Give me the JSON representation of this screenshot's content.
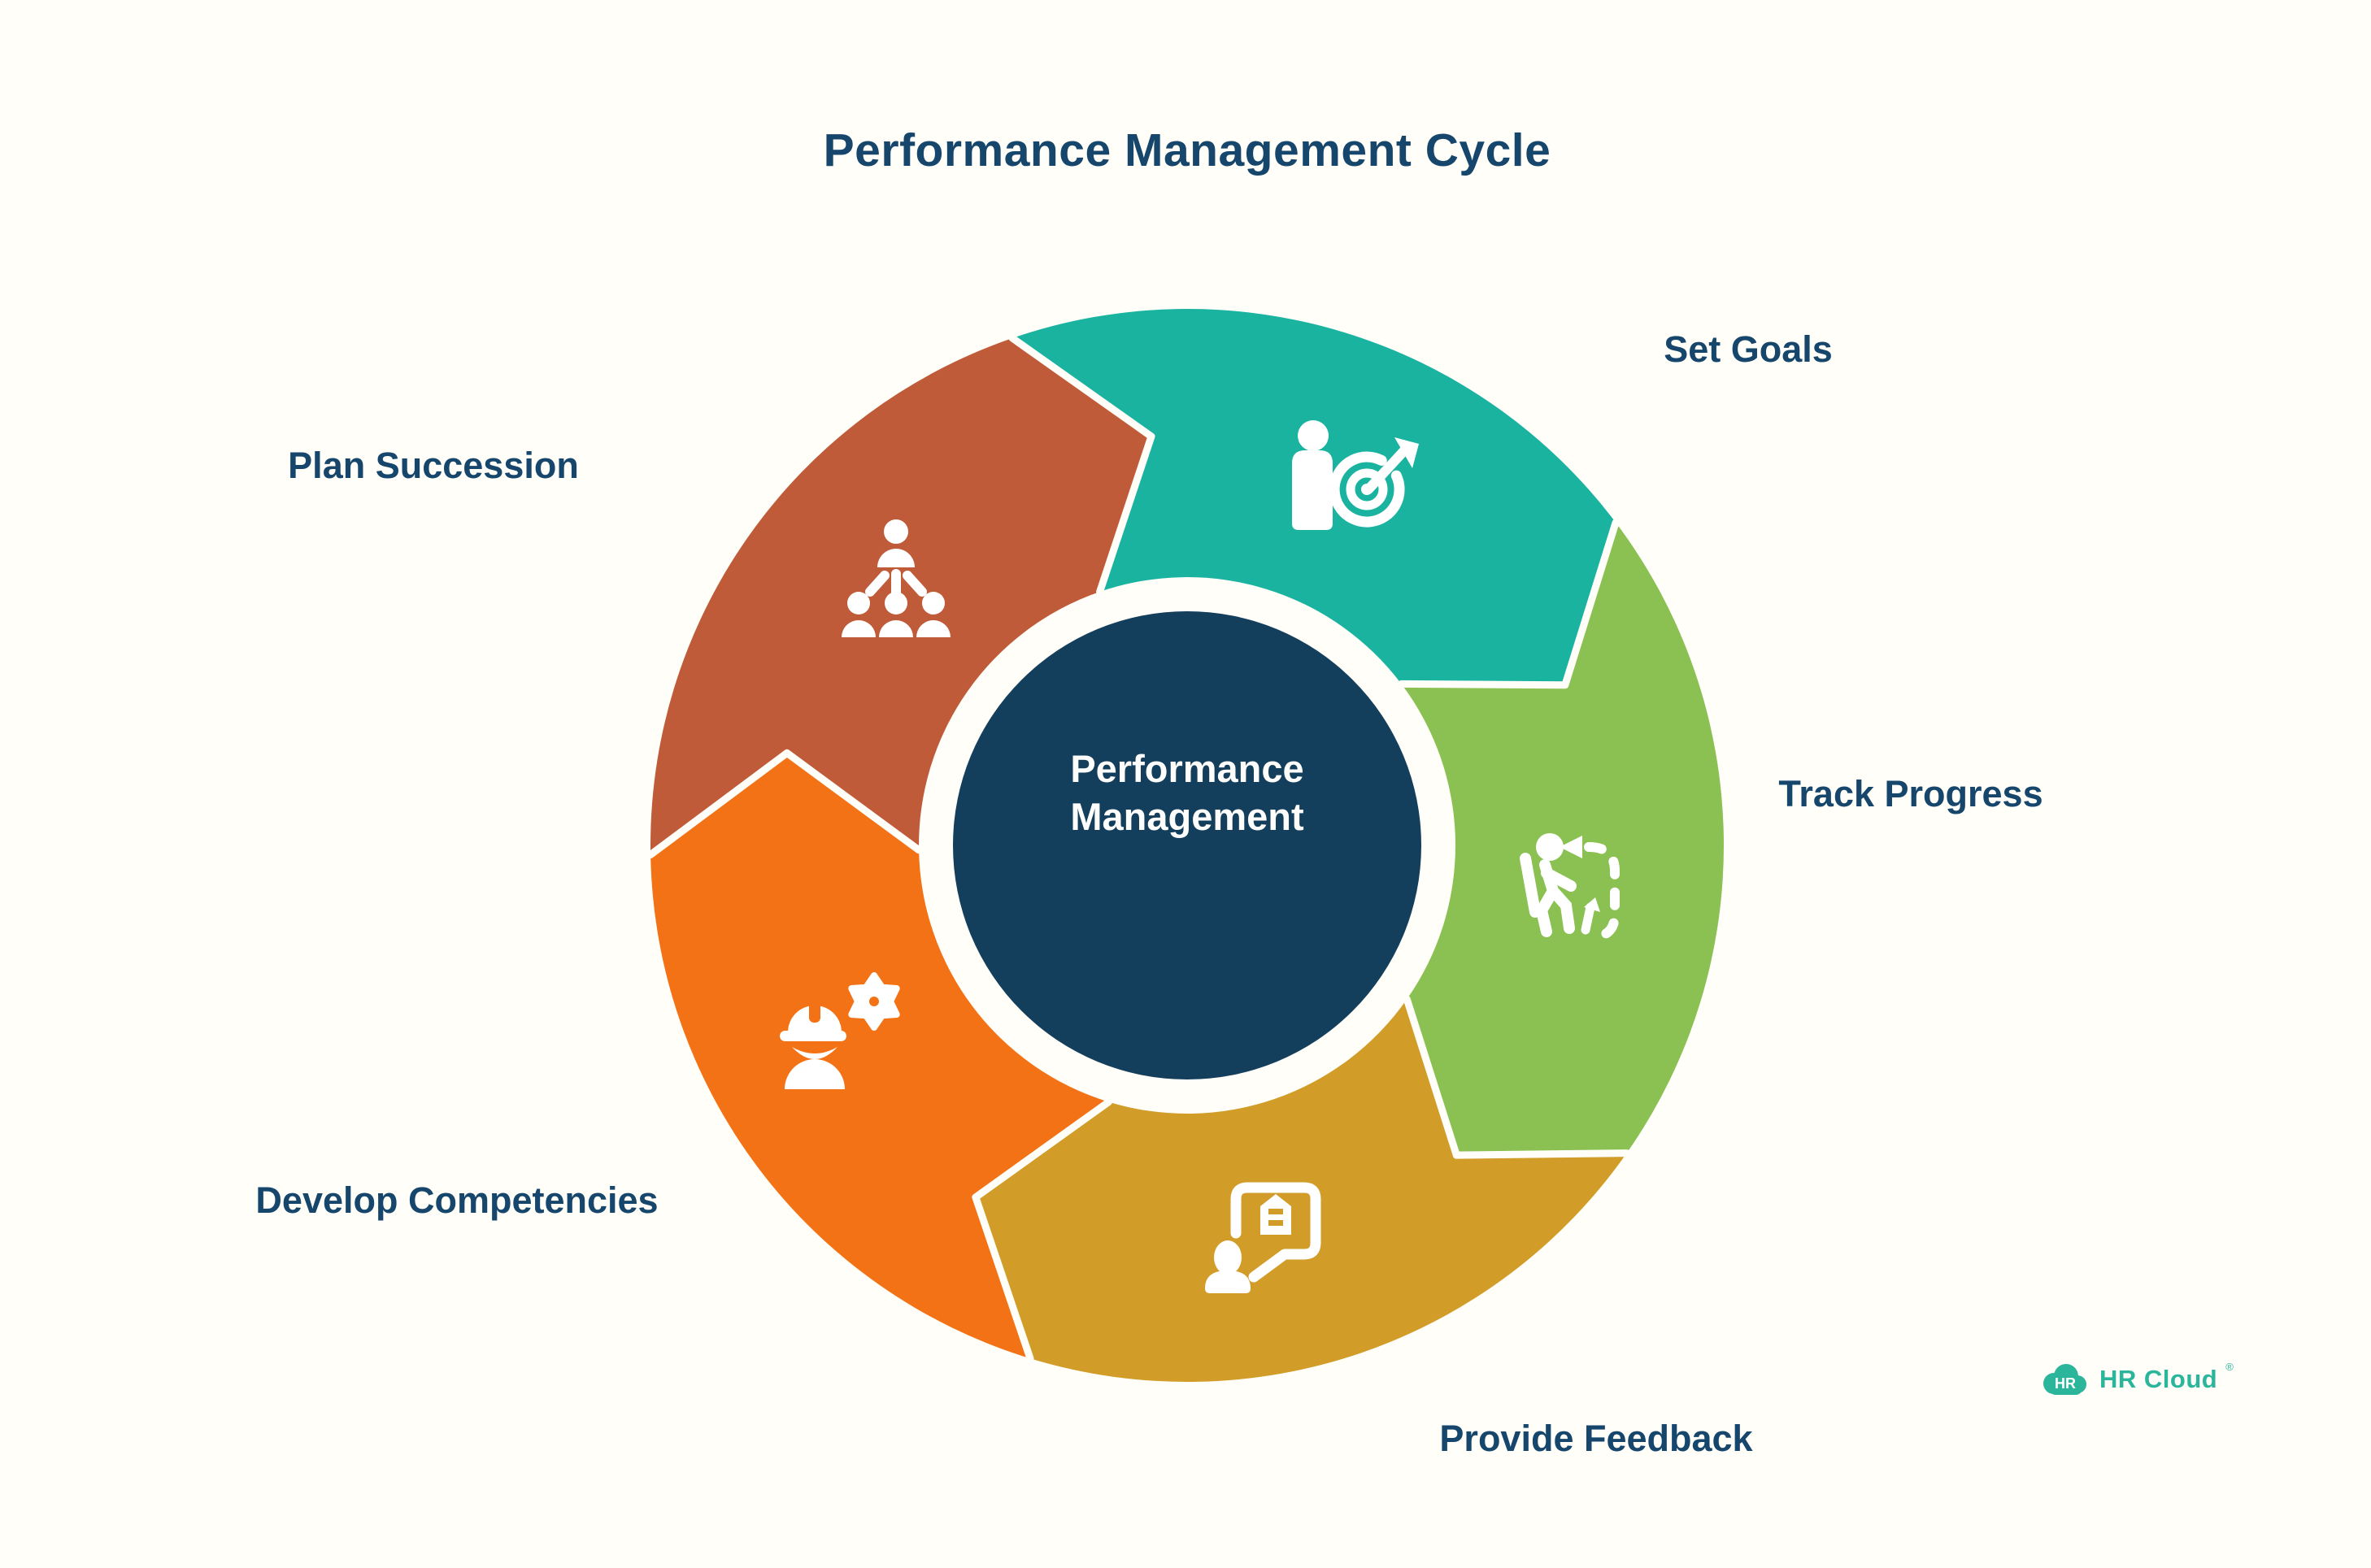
{
  "title": "Performance Management Cycle",
  "center": {
    "line1": "Performance",
    "line2": "Management"
  },
  "segments": [
    {
      "id": "set-goals",
      "label": "Set Goals",
      "color": "#1AB3A0",
      "icon": "person-target-icon"
    },
    {
      "id": "track-progress",
      "label": "Track Progress",
      "color": "#8BC152",
      "icon": "hiker-route-icon"
    },
    {
      "id": "provide-feedback",
      "label": "Provide Feedback",
      "color": "#D29C28",
      "icon": "feedback-bubble-icon"
    },
    {
      "id": "develop-competencies",
      "label": "Develop Competencies",
      "color": "#F47216",
      "icon": "worker-gear-icon"
    },
    {
      "id": "plan-succession",
      "label": "Plan Succession",
      "color": "#C05B39",
      "icon": "team-hierarchy-icon"
    }
  ],
  "colors": {
    "background": "#FFFEF9",
    "separator": "#FFFEF9",
    "label_text": "#16466B",
    "center_fill": "#133E5C",
    "center_text": "#FDFDFB",
    "icon_white": "#FFFFFF",
    "logo_teal": "#2BB59A"
  },
  "logo": {
    "badge_text": "HR",
    "brand_text": "HR Cloud",
    "registered_mark": "®"
  }
}
